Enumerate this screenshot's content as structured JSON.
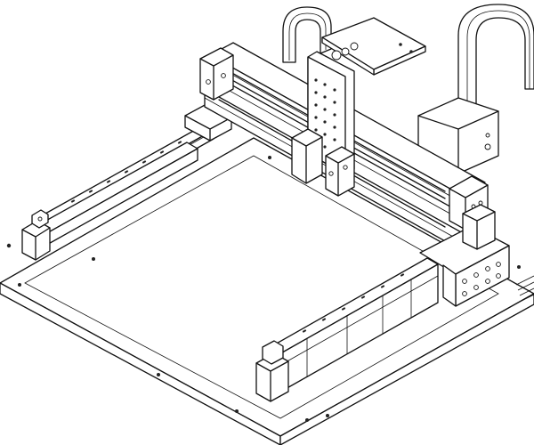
{
  "drawing": {
    "style": "isometric line drawing",
    "line_color": "#111111",
    "background_color": "#ffffff"
  },
  "components": {
    "base_plate": "base-plate",
    "left_rail": "left-linear-rail",
    "right_rail": "right-linear-rail",
    "gantry_beam": "gantry-beam",
    "carriage": "carriage-plate",
    "front_cable_loop": "front-cable-loop",
    "rear_cable_loop": "rear-cable-loop",
    "right_end_block": "right-end-block",
    "motor_bracket": "motor-bracket"
  }
}
